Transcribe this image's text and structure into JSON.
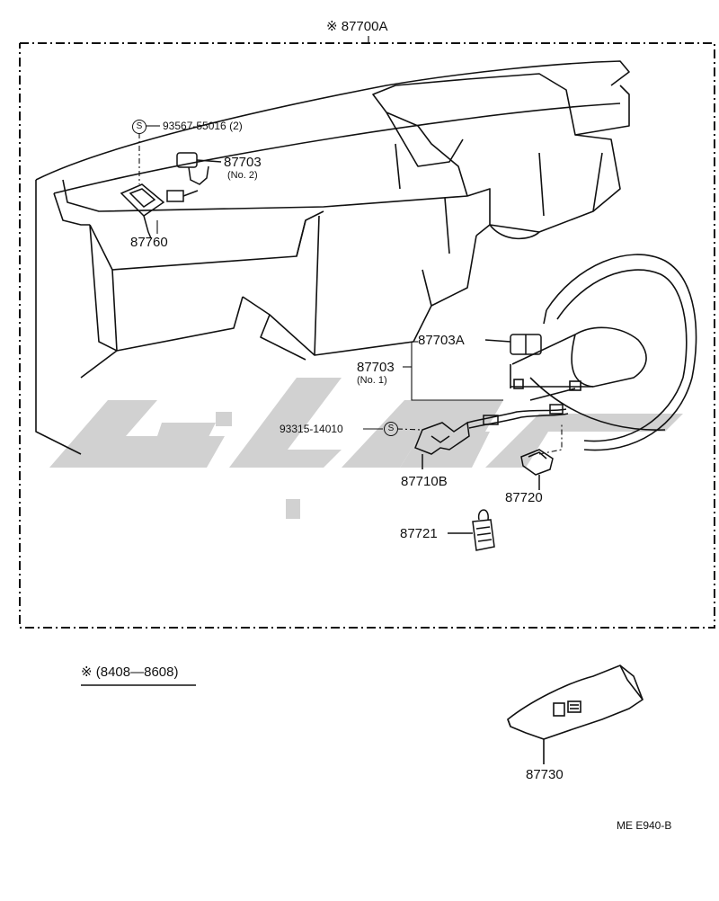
{
  "diagram": {
    "assembly_label": "※ 87700A",
    "parts": {
      "p93567": "93567-55016 (2)",
      "p87703_2": "87703",
      "p87703_2_sub": "(No. 2)",
      "p87760": "87760",
      "p87703A": "87703A",
      "p87703_1": "87703",
      "p87703_1_sub": "(No. 1)",
      "p93315": "93315-14010",
      "p87710B": "87710B",
      "p87720": "87720",
      "p87721": "87721",
      "p87730": "87730"
    },
    "s_symbol": "S",
    "period_note": "※ (8408—8608)",
    "figure_code": "ME  E940-B"
  },
  "colors": {
    "line": "#111111",
    "watermark": "#c8c8c8",
    "background": "#ffffff"
  },
  "icons": [
    "dashboard-illustration",
    "steering-wheel-illustration",
    "watermark-logo"
  ]
}
